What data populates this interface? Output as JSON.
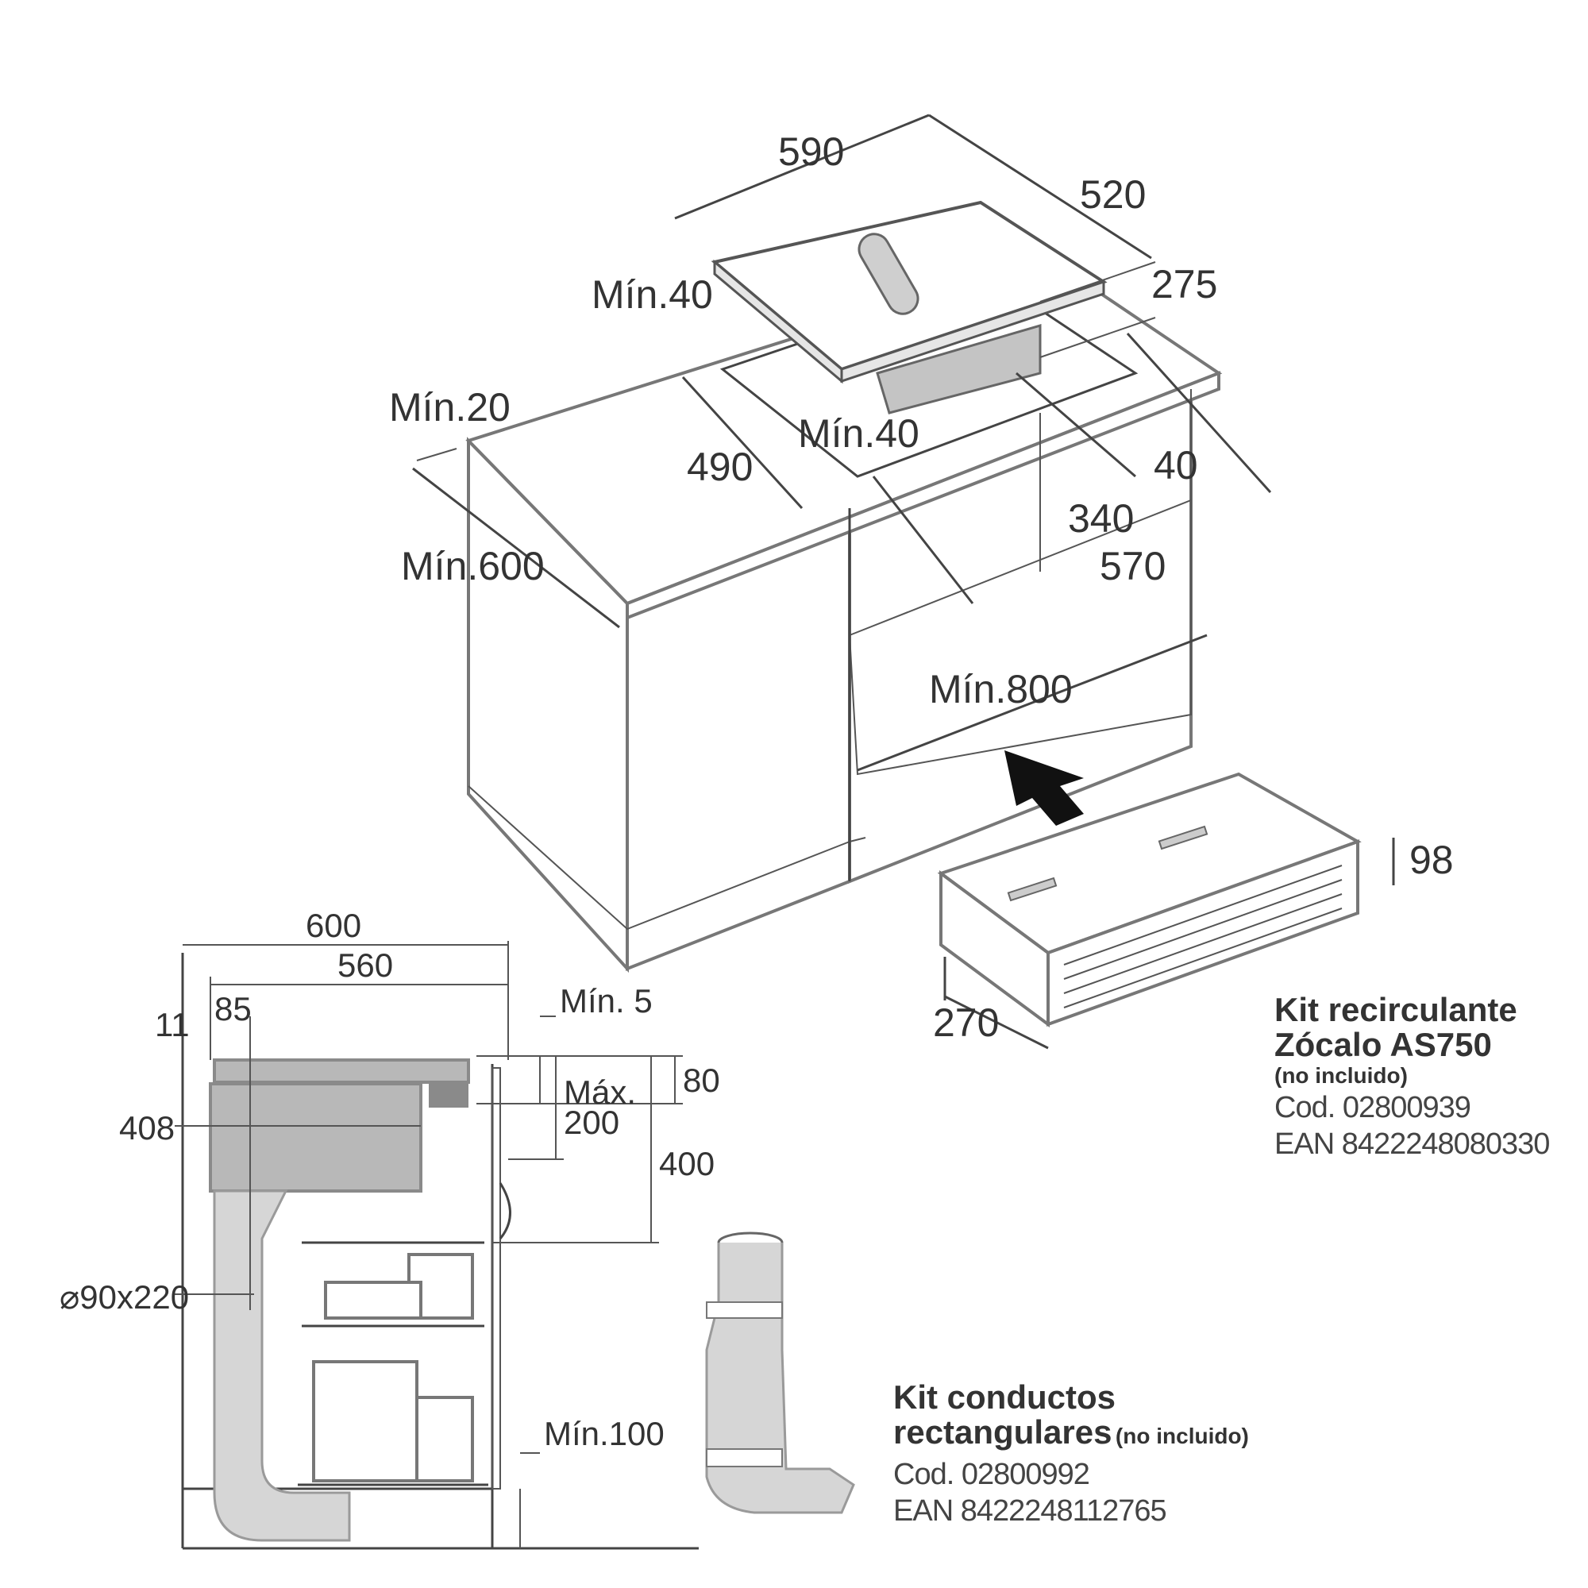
{
  "dimensions": {
    "d590": "590",
    "d520": "520",
    "d275": "275",
    "min40_top": "Mín.40",
    "min20": "Mín.20",
    "d490": "490",
    "min40_mid": "Mín.40",
    "d40": "40",
    "d340": "340",
    "min600": "Mín.600",
    "d570": "570",
    "min800": "Mín.800",
    "d98": "98",
    "d270": "270",
    "d600": "600",
    "d560": "560",
    "d11": "11",
    "d85": "85",
    "min5": "Mín. 5",
    "d408": "408",
    "max_label": "Máx.",
    "max_value": "200",
    "d80": "80",
    "d400": "400",
    "duct": "⌀90x220",
    "min100": "Mín.100"
  },
  "kit_recirculante": {
    "title_line1": "Kit recirculante",
    "title_line2": "Zócalo AS750",
    "note": "(no incluido)",
    "cod": "Cod. 02800939",
    "ean": "EAN 8422248080330"
  },
  "kit_conductos": {
    "title_line1": "Kit conductos",
    "title_line2": "rectangulares",
    "note": "(no incluido)",
    "cod": "Cod. 02800992",
    "ean": "EAN 8422248112765"
  }
}
